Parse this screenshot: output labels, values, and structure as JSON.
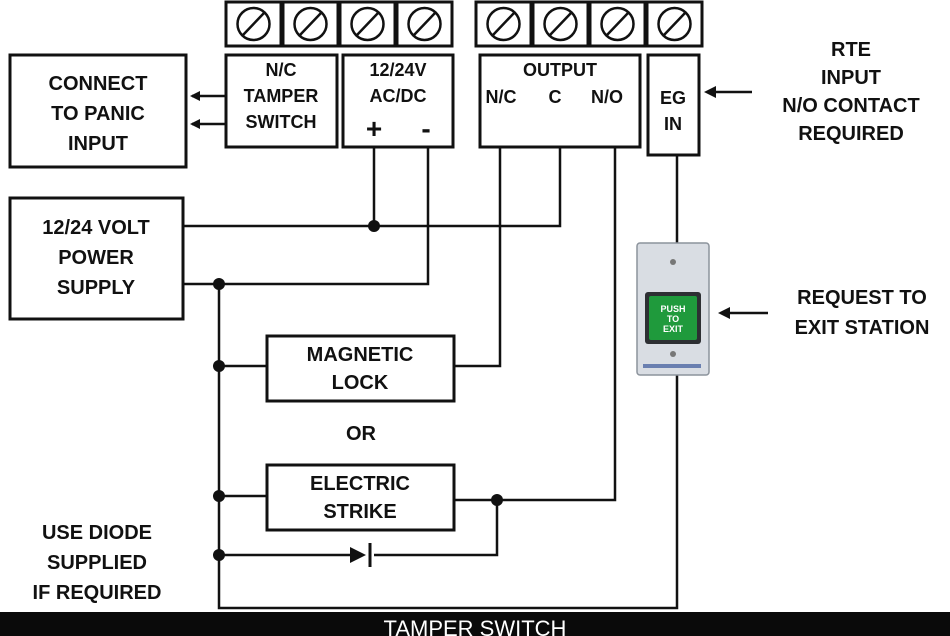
{
  "terminal_labels": {
    "tamper": [
      "N/C",
      "TAMPER",
      "SWITCH"
    ],
    "power": [
      "12/24V",
      "AC/DC"
    ],
    "power_plus": "+",
    "power_minus": "-",
    "output_title": "OUTPUT",
    "output_nc": "N/C",
    "output_c": "C",
    "output_no": "N/O",
    "eg": [
      "EG",
      "IN"
    ]
  },
  "panic_box": [
    "CONNECT",
    "TO PANIC",
    "INPUT"
  ],
  "power_supply": [
    "12/24 VOLT",
    "POWER",
    "SUPPLY"
  ],
  "magnetic_lock": [
    "MAGNETIC",
    "LOCK"
  ],
  "or_label": "OR",
  "electric_strike": [
    "ELECTRIC",
    "STRIKE"
  ],
  "diode_note": [
    "USE DIODE",
    "SUPPLIED",
    "IF REQUIRED"
  ],
  "rte_note": [
    "RTE",
    "INPUT",
    "N/O CONTACT",
    "REQUIRED"
  ],
  "rte_station_note": [
    "REQUEST TO",
    "EXIT STATION"
  ],
  "push_button": [
    "PUSH",
    "TO",
    "EXIT"
  ],
  "footer_caption": "TAMPER SWITCH",
  "colors": {
    "button_green": "#1f9a3c",
    "plate": "#d9dde3",
    "footer_bg": "#0a0a0a"
  }
}
